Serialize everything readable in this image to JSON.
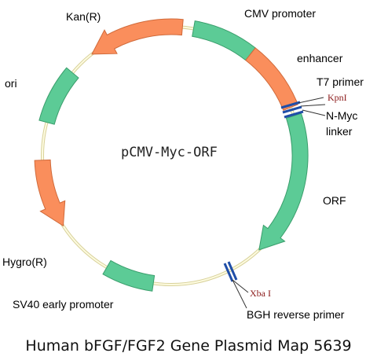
{
  "plasmid_name": "pCMV-Myc-ORF",
  "caption": "Human bFGF/FGF2 Gene Plasmid Map 5639",
  "colors": {
    "backbone": "#fdfbe0",
    "backbone_stroke": "#d8d19a",
    "green": "#5ccb96",
    "green_stroke": "#3a9e6c",
    "orange": "#fa8e5c",
    "orange_stroke": "#d06a3a",
    "site_line": "#1f4ea8"
  },
  "features": {
    "cmv_promoter": "CMV promoter",
    "enhancer": "enhancer",
    "t7_primer": "T7 primer",
    "kpni": "KpnI",
    "n_myc": "N-Myc",
    "linker": "linker",
    "orf": "ORF",
    "xbai": "Xba I",
    "bgh_reverse_primer": "BGH reverse primer",
    "sv40_early_promoter": "SV40 early promoter",
    "hygro": "Hygro(R)",
    "ori": "ori",
    "kan": "Kan(R)"
  }
}
